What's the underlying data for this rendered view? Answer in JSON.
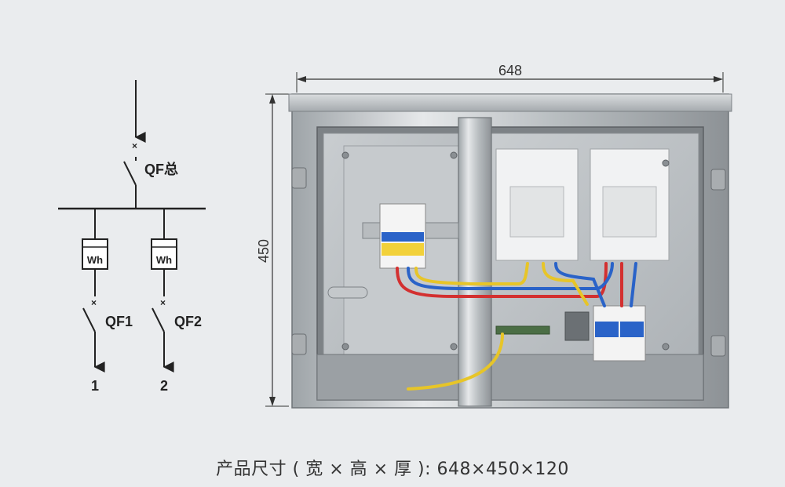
{
  "schematic": {
    "main_breaker_label": "QF总",
    "meter_label": "Wh",
    "branch1_breaker_label": "QF1",
    "branch2_breaker_label": "QF2",
    "branch1_output_label": "1",
    "branch2_output_label": "2"
  },
  "dimensions": {
    "width_label": "648",
    "height_label": "450"
  },
  "caption": "产品尺寸 ( 宽 × 高 × 厚 ):  648×450×120"
}
